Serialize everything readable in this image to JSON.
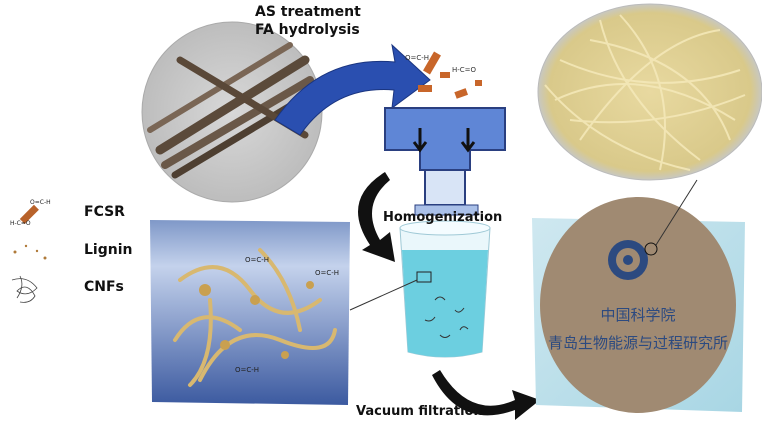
{
  "process": {
    "step1_line1": "AS treatment",
    "step1_line2": "FA hydrolysis",
    "step2": "Homogenization",
    "step3": "Vacuum filtration"
  },
  "legend": [
    {
      "label": "FCSR",
      "icon": "fcsr-rod-icon"
    },
    {
      "label": "Lignin",
      "icon": "lignin-dots-icon"
    },
    {
      "label": "CNFs",
      "icon": "cnf-fibers-icon"
    }
  ],
  "film_text": {
    "line1": "中国科学院",
    "line2": "青岛生物能源与过程研究所"
  },
  "molecule_label": "O=C-H",
  "colors": {
    "arrow": "#2a4fb0",
    "beaker_liquid": "#6ccfe0",
    "film": "#a08a72",
    "fiber": "#d8b870"
  }
}
